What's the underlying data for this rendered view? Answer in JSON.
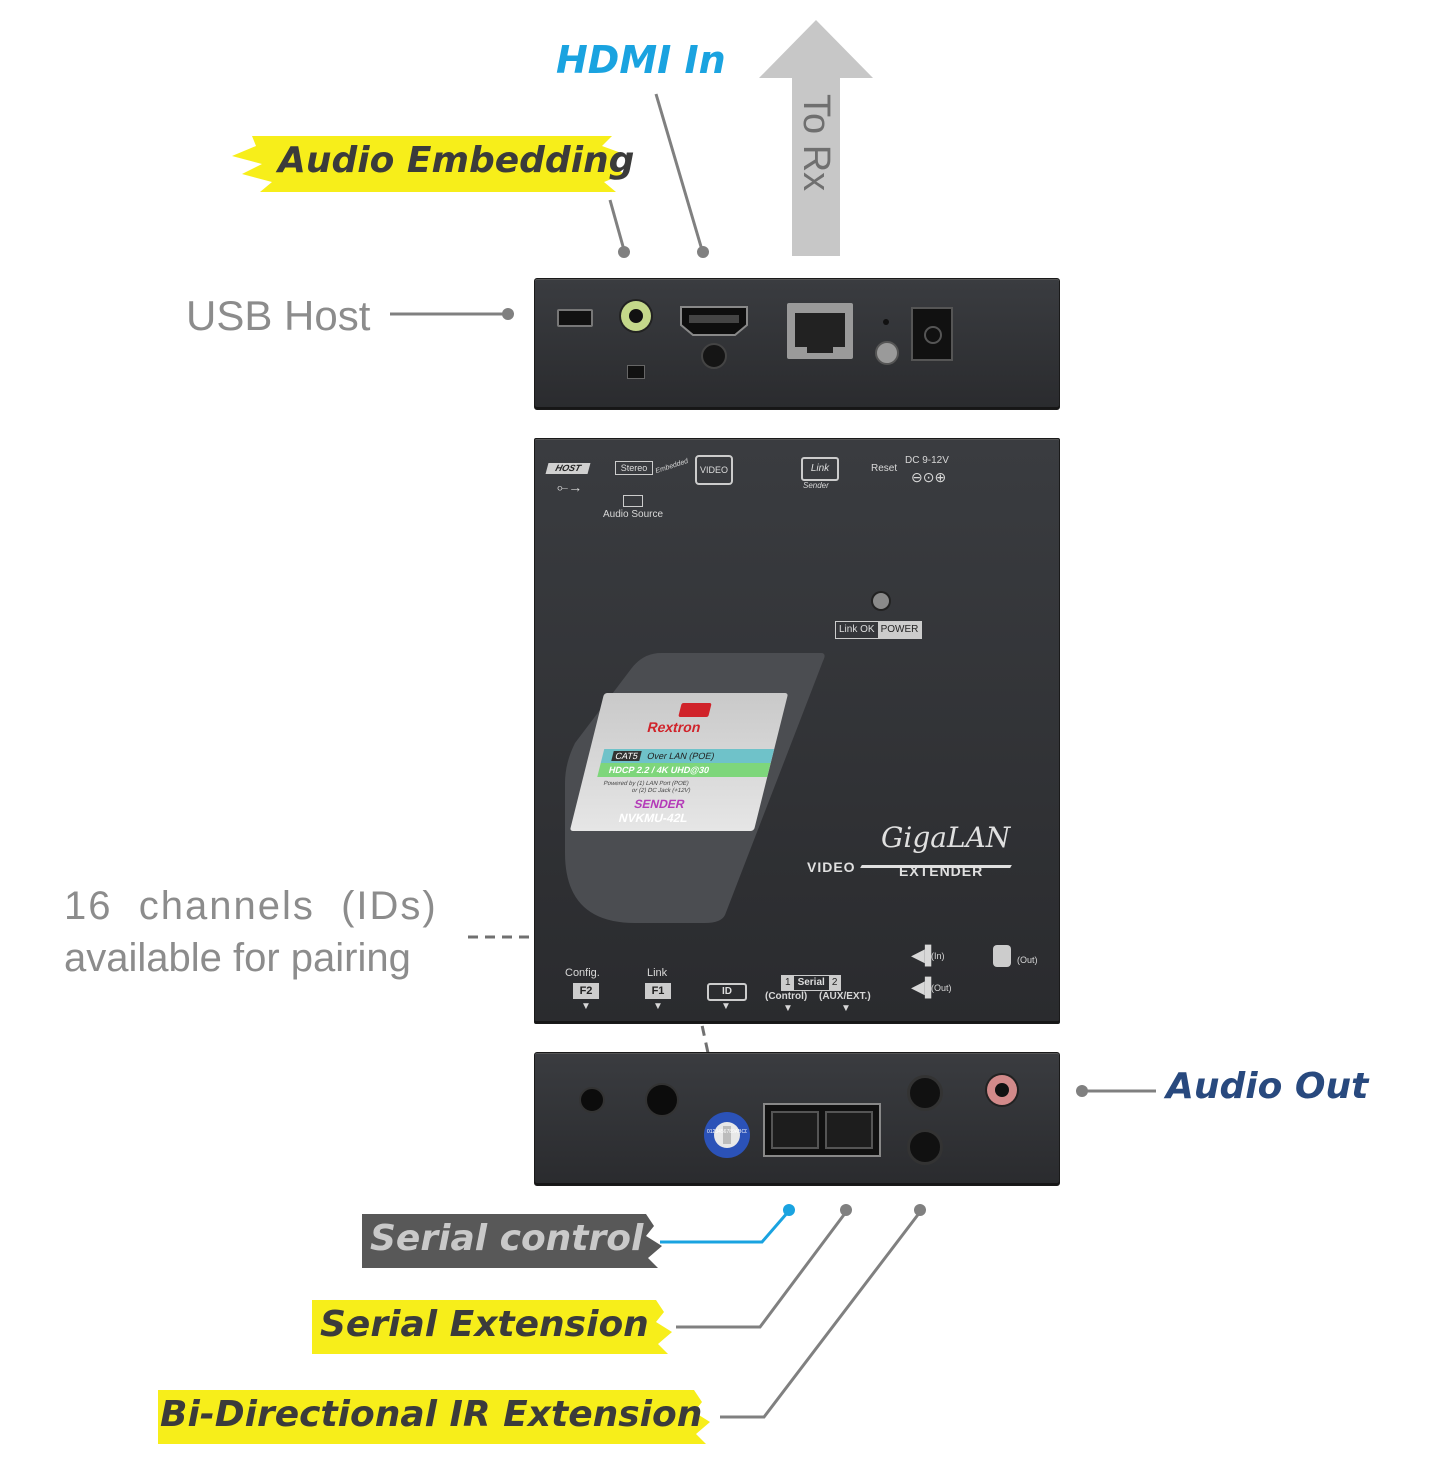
{
  "callouts": {
    "hdmi_in": "HDMI In",
    "audio_embedding": "Audio Embedding",
    "to_rx": "To Rx",
    "usb_host": "USB Host",
    "channels_line1": "16  channels  (IDs)",
    "channels_line2": "available for pairing",
    "audio_out": "Audio Out",
    "serial_control": "Serial control",
    "serial_extension": "Serial Extension",
    "ir_extension": "Bi-Directional IR Extension"
  },
  "top_panel": {
    "host": "HOST",
    "stereo": "Stereo",
    "embedded": "Embedded",
    "video": "VIDEO",
    "audio_source": "Audio Source",
    "link": "Link",
    "sender": "Sender",
    "reset": "Reset",
    "dc": "DC 9-12V",
    "link_ok": "Link OK",
    "power": "POWER",
    "giga_lan": "GigaLAN",
    "video_word": "VIDEO",
    "extender_word": "EXTENDER",
    "config": "Config.",
    "f2": "F2",
    "link_btn": "Link",
    "f1": "F1",
    "id": "ID",
    "serial_1": "1",
    "serial": "Serial",
    "serial_2": "2",
    "control": "(Control)",
    "aux": "(AUX/EXT.)",
    "ir_in": "(In)",
    "ir_out": "(Out)",
    "audio_out_port": "(Out)"
  },
  "label_sticker": {
    "brand": "Rextron",
    "cat5": "CAT5",
    "over_lan": "Over LAN (POE)",
    "hdcp": "HDCP 2.2 / 4K UHD@30",
    "powered1": "Powered by  (1) LAN Port (POE)",
    "powered2": "or  (2) DC Jack (+12V)",
    "sender": "SENDER",
    "model": "NVKMU-42L"
  },
  "dial_digits": "0123456789ABCDEF",
  "colors": {
    "blue_callout": "#1aa3e0",
    "navy_callout": "#28497e",
    "yellow_tag": "#f7ee1a",
    "dark_tag": "#585858",
    "device_body": "#2f3034",
    "leader_gray": "#808080",
    "leader_blue": "#1aa3e0"
  }
}
